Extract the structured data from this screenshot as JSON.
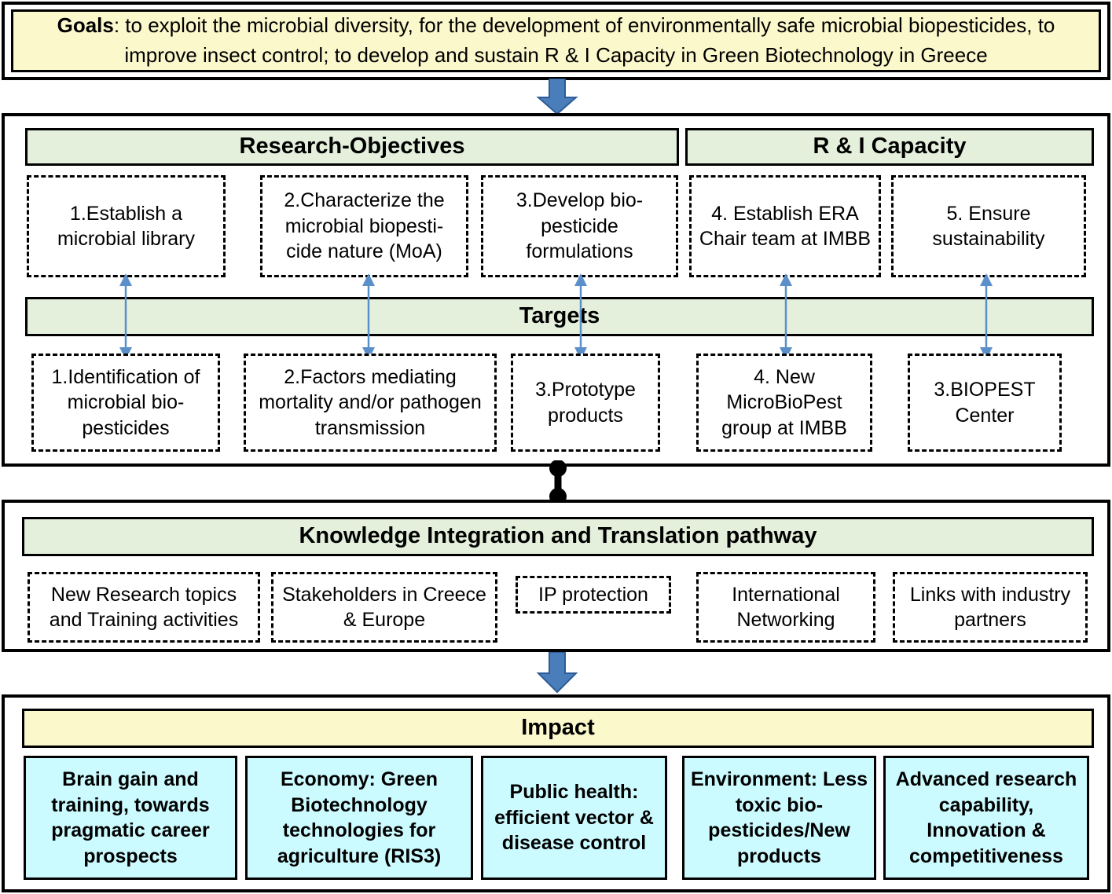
{
  "colors": {
    "green_banner": "#E4F0DC",
    "yellow_banner": "#FBF8CC",
    "cyan_box": "#CCFBFF",
    "arrow_fill": "#4A7EBB",
    "arrow_stroke": "#2E5B96",
    "thin_arrow": "#5B8FC9",
    "frame": "#000000"
  },
  "goals": {
    "label": "Goals",
    "separator": ": ",
    "text": "to exploit the microbial diversity, for the development of environmentally safe microbial biopesticides, to improve insect control; to develop and sustain R & I Capacity in Green Biotechnology in Greece",
    "full": "Goals: to exploit the microbial diversity, for the development of environmentally safe microbial biopesticides, to improve insect control; to develop and sustain R & I Capacity in Green Biotechnology in Greece"
  },
  "objectives_section": {
    "banner_research": "Research-Objectives",
    "banner_capacity": "R & I  Capacity",
    "banner_targets": "Targets",
    "objectives": [
      "1.Establish a microbial library",
      "2.Characterize the microbial biopesti-cide nature (MoA)",
      "3.Develop bio-pesticide formulations",
      "4. Establish ERA Chair team at IMBB",
      "5. Ensure sustainability"
    ],
    "targets": [
      "1.Identification of microbial bio-pesticides",
      "2.Factors mediating mortality and/or pathogen transmission",
      "3.Prototype products",
      "4. New MicroBioPest group at IMBB",
      "3.BIOPEST Center"
    ]
  },
  "knowledge_section": {
    "banner": "Knowledge Integration and Translation pathway",
    "items": [
      "New Research topics and Training activities",
      "Stakeholders in Creece & Europe",
      "IP protection",
      "International Networking",
      "Links with industry partners"
    ]
  },
  "impact_section": {
    "banner": "Impact",
    "items": [
      "Brain gain and training, towards pragmatic career prospects",
      "Economy: Green Biotechnology technologies for agriculture (RIS3)",
      "Public health: efficient vector & disease control",
      "Environment: Less toxic bio-pesticides/New products",
      "Advanced research capability, Innovation & competitiveness"
    ]
  },
  "connectors": {
    "goals_to_objectives": "down-block-arrow",
    "targets_to_knowledge": "dumbbell-connector",
    "knowledge_to_impact": "down-block-arrow",
    "objective_target_links": "double-headed-vertical-arrow"
  }
}
